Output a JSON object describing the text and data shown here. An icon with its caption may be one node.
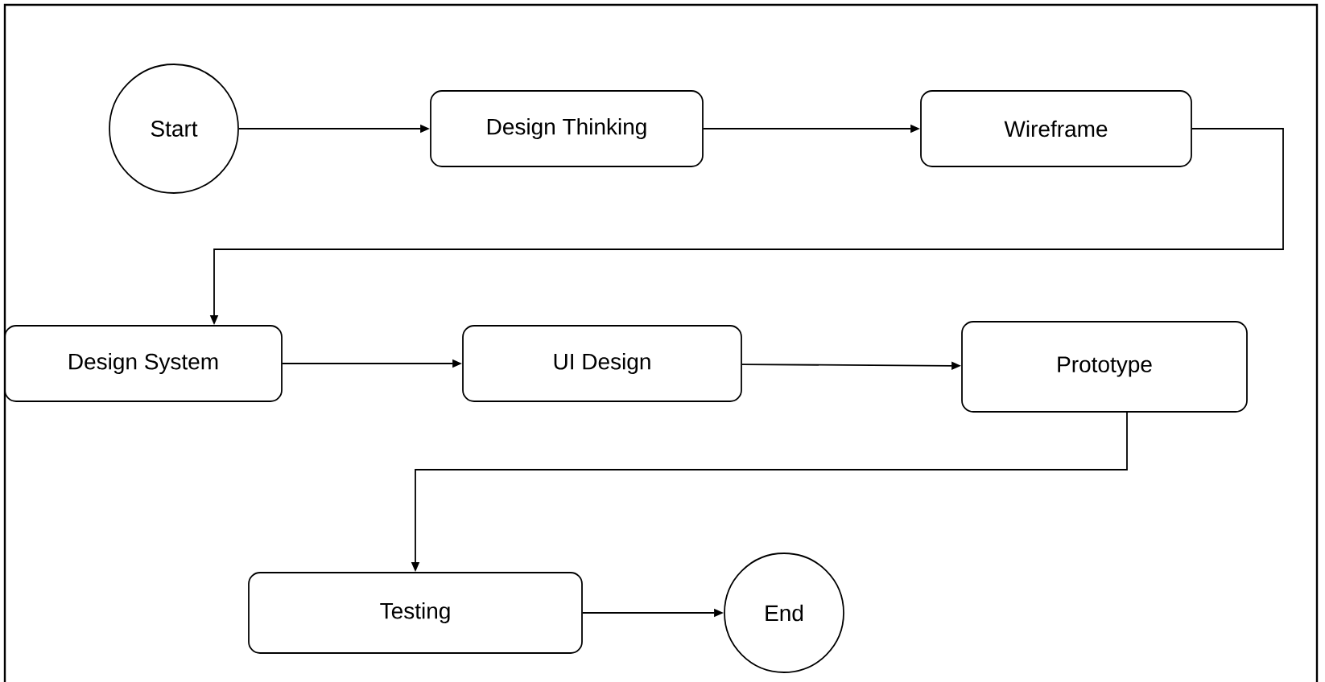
{
  "diagram": {
    "nodes": [
      {
        "text": [
          "Start"
        ]
      },
      {
        "text": [
          "Design Thinking"
        ]
      },
      {
        "text": [
          "Wireframe"
        ]
      },
      {
        "text": [
          "Design System"
        ]
      },
      {
        "text": [
          "UI Design"
        ]
      },
      {
        "text": [
          "Prototype"
        ]
      },
      {
        "text": [
          "Testing"
        ]
      },
      {
        "text": [
          "End"
        ]
      }
    ],
    "edges": [
      {
        "from": 0,
        "to": 1,
        "arrow": "to"
      },
      {
        "from": 1,
        "to": 2,
        "arrow": "to"
      },
      {
        "from": 2,
        "to": 3,
        "arrow": "to"
      },
      {
        "from": 3,
        "to": 4,
        "arrow": "to"
      },
      {
        "from": 4,
        "to": 5,
        "arrow": "to"
      },
      {
        "from": 5,
        "to": 6,
        "arrow": "to"
      },
      {
        "from": 6,
        "to": 7,
        "arrow": "to"
      }
    ]
  }
}
